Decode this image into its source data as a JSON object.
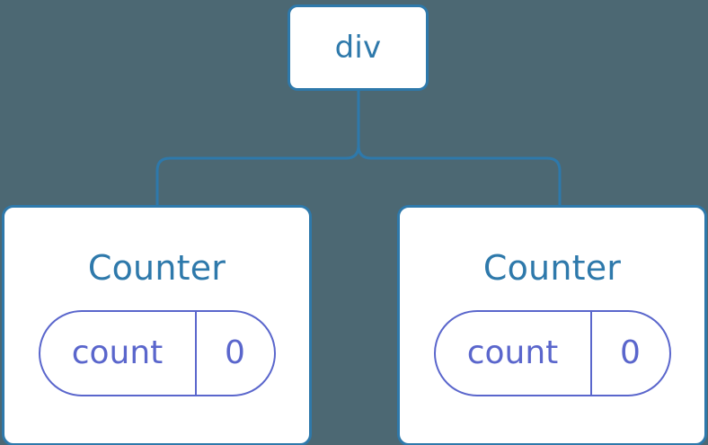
{
  "diagram": {
    "type": "component-tree",
    "background_color": "#4c6873",
    "node_border_color": "#2e79ab",
    "node_text_color": "#2e79ab",
    "state_color": "#5a66cc",
    "edge_color": "#2e79ab",
    "root": {
      "label": "div"
    },
    "children": [
      {
        "label": "Counter",
        "state": {
          "key": "count",
          "value": "0"
        }
      },
      {
        "label": "Counter",
        "state": {
          "key": "count",
          "value": "0"
        }
      }
    ]
  }
}
